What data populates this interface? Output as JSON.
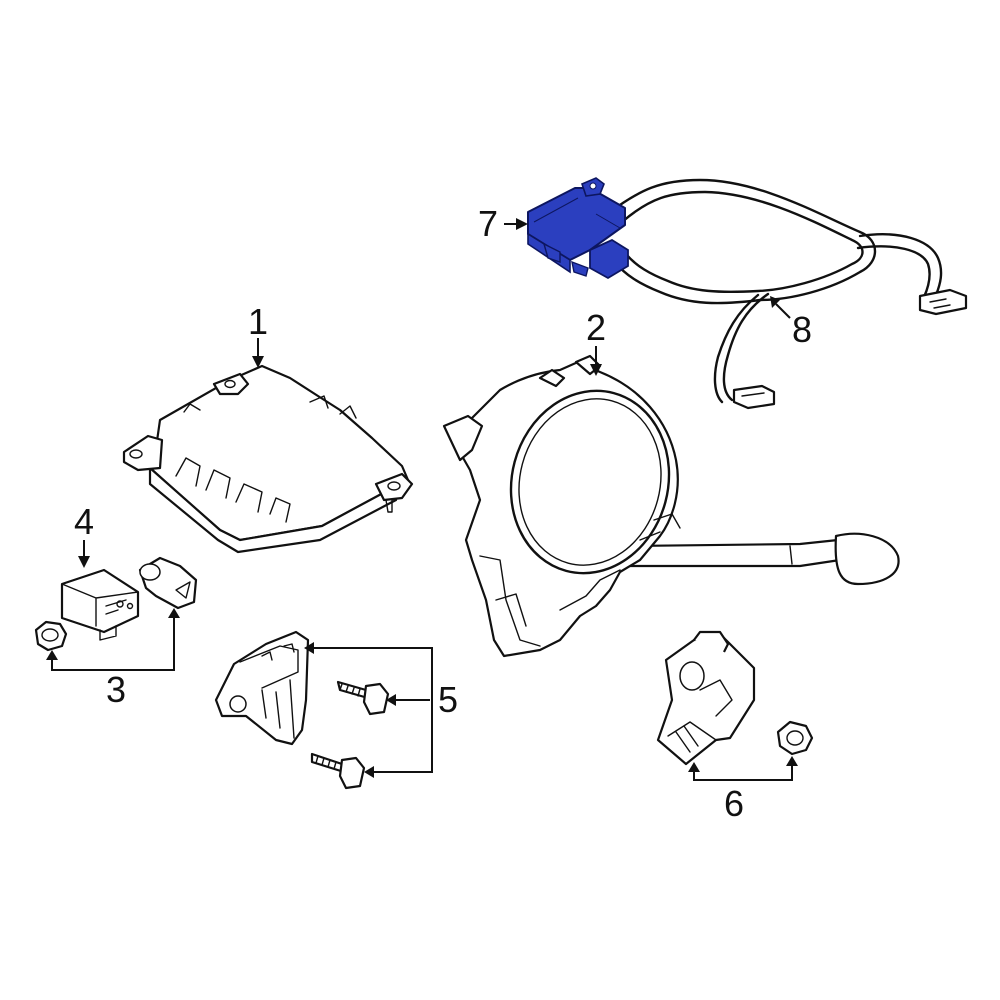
{
  "diagram": {
    "highlight_color": "#2b3fbf",
    "callouts": [
      {
        "id": "1",
        "label": "1"
      },
      {
        "id": "2",
        "label": "2"
      },
      {
        "id": "3",
        "label": "3"
      },
      {
        "id": "4",
        "label": "4"
      },
      {
        "id": "5",
        "label": "5"
      },
      {
        "id": "6",
        "label": "6"
      },
      {
        "id": "7",
        "label": "7"
      },
      {
        "id": "8",
        "label": "8"
      }
    ]
  }
}
